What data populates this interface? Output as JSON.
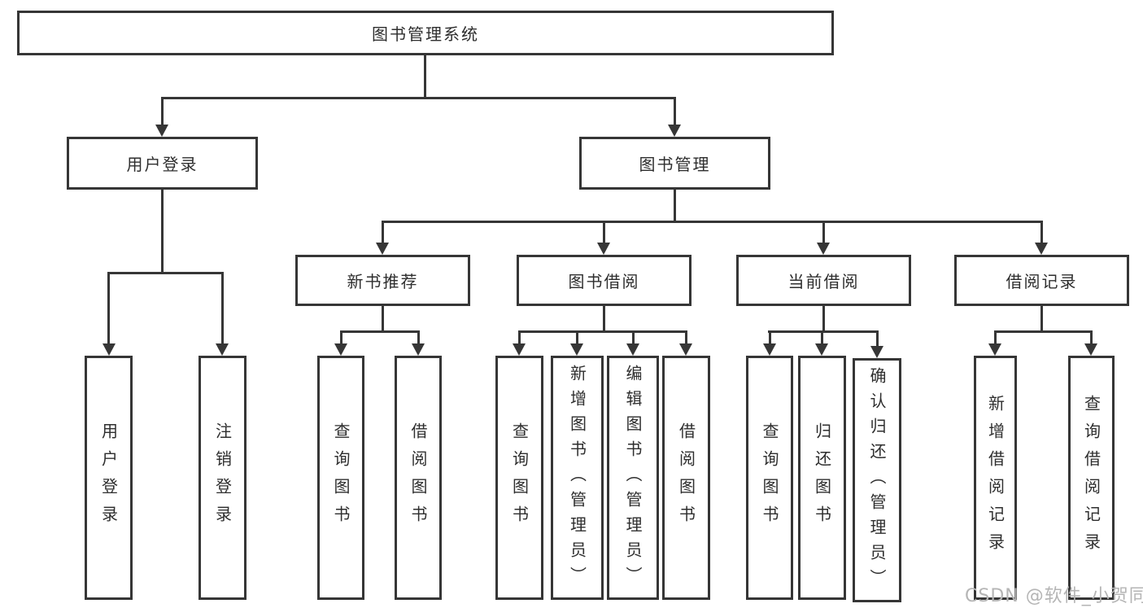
{
  "nodes": {
    "root": {
      "label": "图书管理系统"
    },
    "user_login": {
      "label": "用户登录"
    },
    "book_management": {
      "label": "图书管理"
    },
    "new_book_recommend": {
      "label": "新书推荐"
    },
    "book_borrowing": {
      "label": "图书借阅"
    },
    "current_borrowing": {
      "label": "当前借阅"
    },
    "borrowing_records": {
      "label": "借阅记录"
    },
    "leaf_login": {
      "label": "用户登录"
    },
    "leaf_logout": {
      "label": "注销登录"
    },
    "recommend_query_book": {
      "label": "查询图书"
    },
    "recommend_borrow_book": {
      "label": "借阅图书"
    },
    "borrow_query_book": {
      "label": "查询图书"
    },
    "borrow_add_book": {
      "label": "新增图书（管理员）"
    },
    "borrow_edit_book": {
      "label": "编辑图书（管理员）"
    },
    "borrow_borrow_book": {
      "label": "借阅图书"
    },
    "current_query_book": {
      "label": "查询图书"
    },
    "current_return_book": {
      "label": "归还图书"
    },
    "current_confirm_return": {
      "label": "确认归还（管理员）"
    },
    "records_add_record": {
      "label": "新增借阅记录"
    },
    "records_query_record": {
      "label": "查询借阅记录"
    }
  },
  "watermark": {
    "text": "CSDN @软件_小贺同学"
  },
  "colors": {
    "line": "#363636",
    "text": "#2e2e2e",
    "watermark": "#b5b5b5",
    "background": "#ffffff"
  }
}
